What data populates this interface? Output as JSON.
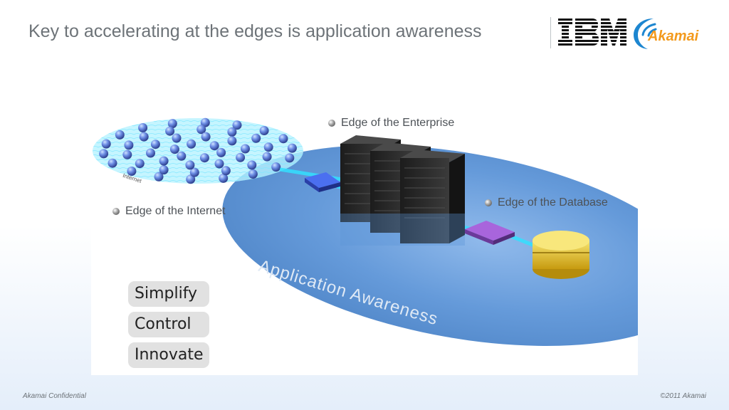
{
  "slide": {
    "title": "Key to accelerating at the edges is application awareness",
    "footer_left": "Akamai Confidential",
    "footer_right": "©2011 Akamai"
  },
  "logos": {
    "ibm": "IBM",
    "akamai": "Akamai"
  },
  "diagram": {
    "labels": {
      "enterprise": "Edge of the Enterprise",
      "database": "Edge of the Database",
      "internet": "Edge of the Internet",
      "internet_tag": "Internet"
    },
    "ellipse_text": "Application Awareness",
    "capabilities": [
      "Simplify",
      "Control",
      "Innovate"
    ]
  },
  "colors": {
    "title": "#6d7378",
    "ellipse": "#5b93d6",
    "akamai_orange": "#f39a1d",
    "akamai_blue": "#1d86d0",
    "cable": "#33e0ff",
    "connector_blue": "#3355cc",
    "connector_purple": "#9b5dd0",
    "database_gold": "#e9c31a"
  },
  "icons": [
    "ibm-logo",
    "akamai-logo",
    "server-rack-icon",
    "database-icon",
    "internet-cloud-icon",
    "bullet-sphere-icon"
  ]
}
